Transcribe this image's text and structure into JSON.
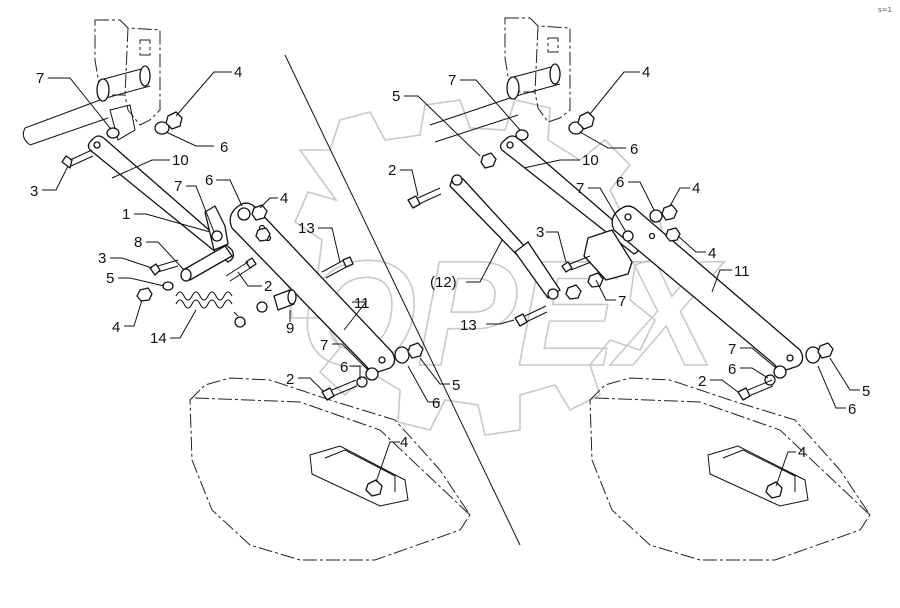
{
  "watermark": {
    "text": "OPEX"
  },
  "corner_mark": "s=1",
  "callouts": {
    "left": {
      "c7a": "7",
      "c4a": "4",
      "c6a": "6",
      "c10": "10",
      "c3a": "3",
      "c7b": "7",
      "c6b": "6",
      "c4b": "4",
      "c1": "1",
      "c13": "13",
      "c8": "8",
      "c3b": "3",
      "c2a": "2",
      "c5a": "5",
      "c4c": "4",
      "c14": "14",
      "c9": "9",
      "c11": "11",
      "c7c": "7",
      "c6c": "6",
      "c2b": "2",
      "c5b": "5",
      "c6d": "6",
      "c4d": "4"
    },
    "right": {
      "c5a": "5",
      "c7a": "7",
      "c4a": "4",
      "c6a": "6",
      "c10": "10",
      "c2a": "2",
      "c7b": "7",
      "c6b": "6",
      "c4b": "4",
      "c4c": "4",
      "c3": "3",
      "c11": "11",
      "c12": "(12)",
      "c7c": "7",
      "c13": "13",
      "c7d": "7",
      "c6c": "6",
      "c2b": "2",
      "c5b": "5",
      "c6d": "6",
      "c4d": "4"
    }
  }
}
